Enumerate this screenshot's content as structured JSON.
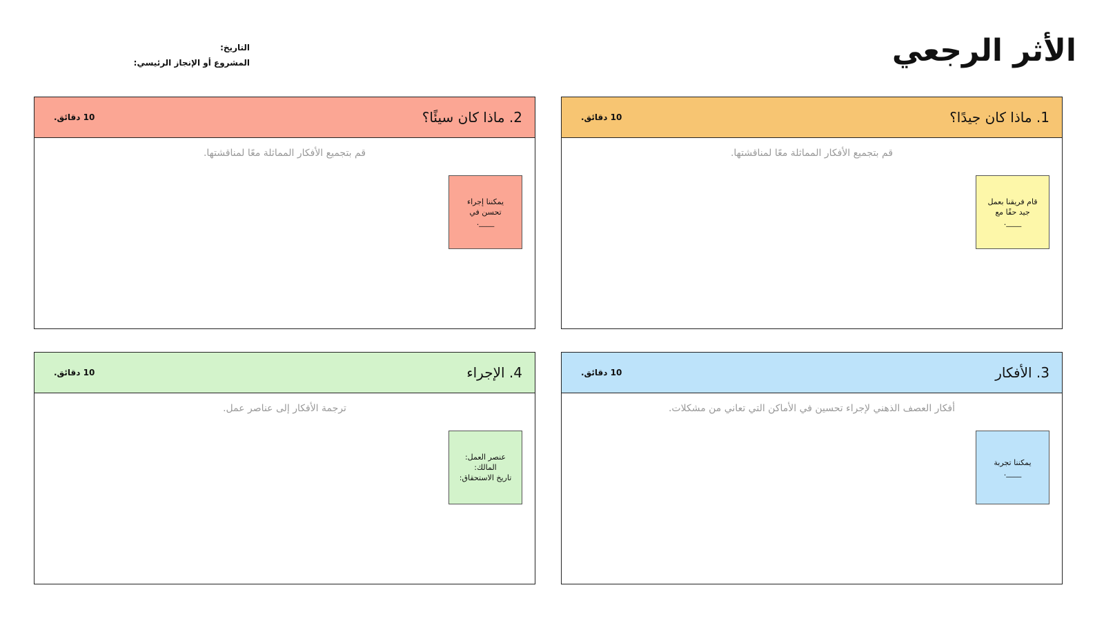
{
  "header": {
    "title": "الأثر الرجعي",
    "date_label": "التاريخ:",
    "project_label": "المشروع أو الإنجاز الرئيسي:"
  },
  "panels": [
    {
      "title": "1. ماذا كان جيدًا؟",
      "time": "10 دقائق.",
      "description": "قم بتجميع الأفكار المماثلة معًا لمناقشتها.",
      "sticky": "قام فريقنا بعمل\nجيد حقًا مع\n____."
    },
    {
      "title": "2. ماذا كان سيئًا؟",
      "time": "10 دقائق.",
      "description": "قم بتجميع الأفكار المماثلة معًا لمناقشتها.",
      "sticky": "يمكننا إجراء\nتحسن في\n____."
    },
    {
      "title": "3. الأفكار",
      "time": "10 دقائق.",
      "description": "أفكار العصف الذهني لإجراء تحسين في الأماكن التي تعاني من مشكلات.",
      "sticky": "يمكننا تجربة\n____."
    },
    {
      "title": "4. الإجراء",
      "time": "10 دقائق.",
      "description": "ترجمة الأفكار إلى عناصر عمل.",
      "sticky": "عنصر العمل:\nالمالك:\nتاريخ الاستحقاق:"
    }
  ],
  "colors": {
    "good": "#f7c572",
    "bad": "#fba694",
    "ideas": "#bde3fa",
    "action": "#d3f3cb",
    "sticky_good": "#fdf7a9"
  }
}
